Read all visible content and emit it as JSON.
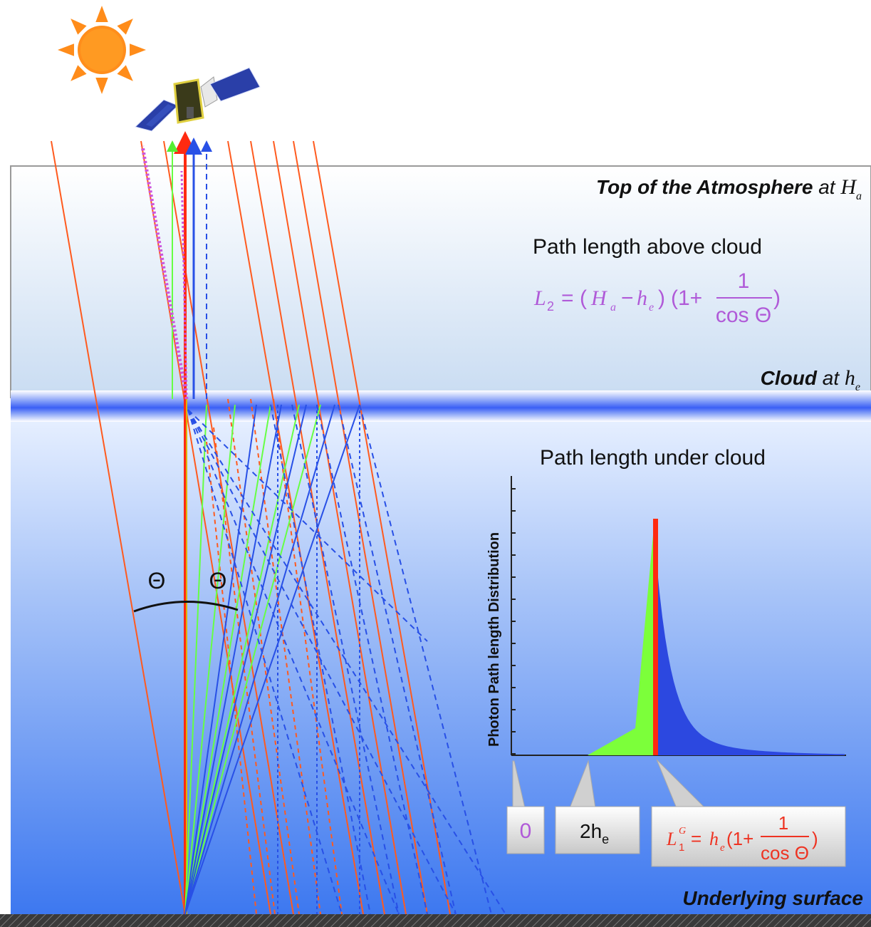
{
  "labels": {
    "toa": "Top of the Atmosphere",
    "toa_at": "at",
    "toa_var": "H",
    "toa_sub": "a",
    "cloud": "Cloud",
    "cloud_at": "at",
    "cloud_var": "h",
    "cloud_sub": "e",
    "surface": "Underlying surface",
    "above": "Path length above cloud",
    "under": "Path length under cloud",
    "theta": "Θ",
    "y_axis": "Photon Path length Distribution"
  },
  "formula_above": {
    "lhs": "L",
    "lhs_sub": "2",
    "eq": "=",
    "open": "(",
    "H": "H",
    "H_sub": "a",
    "minus": "−",
    "h": "h",
    "h_sub": "e",
    "close": ")",
    "one_plus": "(1+",
    "num": "1",
    "den": "cos Θ",
    "end": ")"
  },
  "callouts": {
    "zero": "0",
    "two_h": "2h",
    "two_h_sub": "e",
    "formula": {
      "lhs": "L",
      "lhs_sub": "1",
      "lhs_sup": "G",
      "eq": "=",
      "h": "h",
      "h_sub": "e",
      "one_plus": "(1+",
      "num": "1",
      "den": "cos Θ",
      "end": ")"
    }
  },
  "colors": {
    "sky_top": "#ffffff",
    "sky_bottom": "#c9dcf2",
    "under_top": "#e6efff",
    "under_bottom": "#3d78f0",
    "cloud": "#3b5ff5",
    "sun_ray": "#ff5a1e",
    "green_ray": "#66ff44",
    "blue_ray": "#2850e6",
    "magenta": "#cc55dd",
    "red_spike": "#ff2a10",
    "hist_green": "#7cff3a",
    "hist_blue": "#2c48e0",
    "formula_purple": "#b05ad8",
    "formula_red": "#ee3322"
  },
  "icons": [
    "sun-icon",
    "satellite-icon"
  ]
}
